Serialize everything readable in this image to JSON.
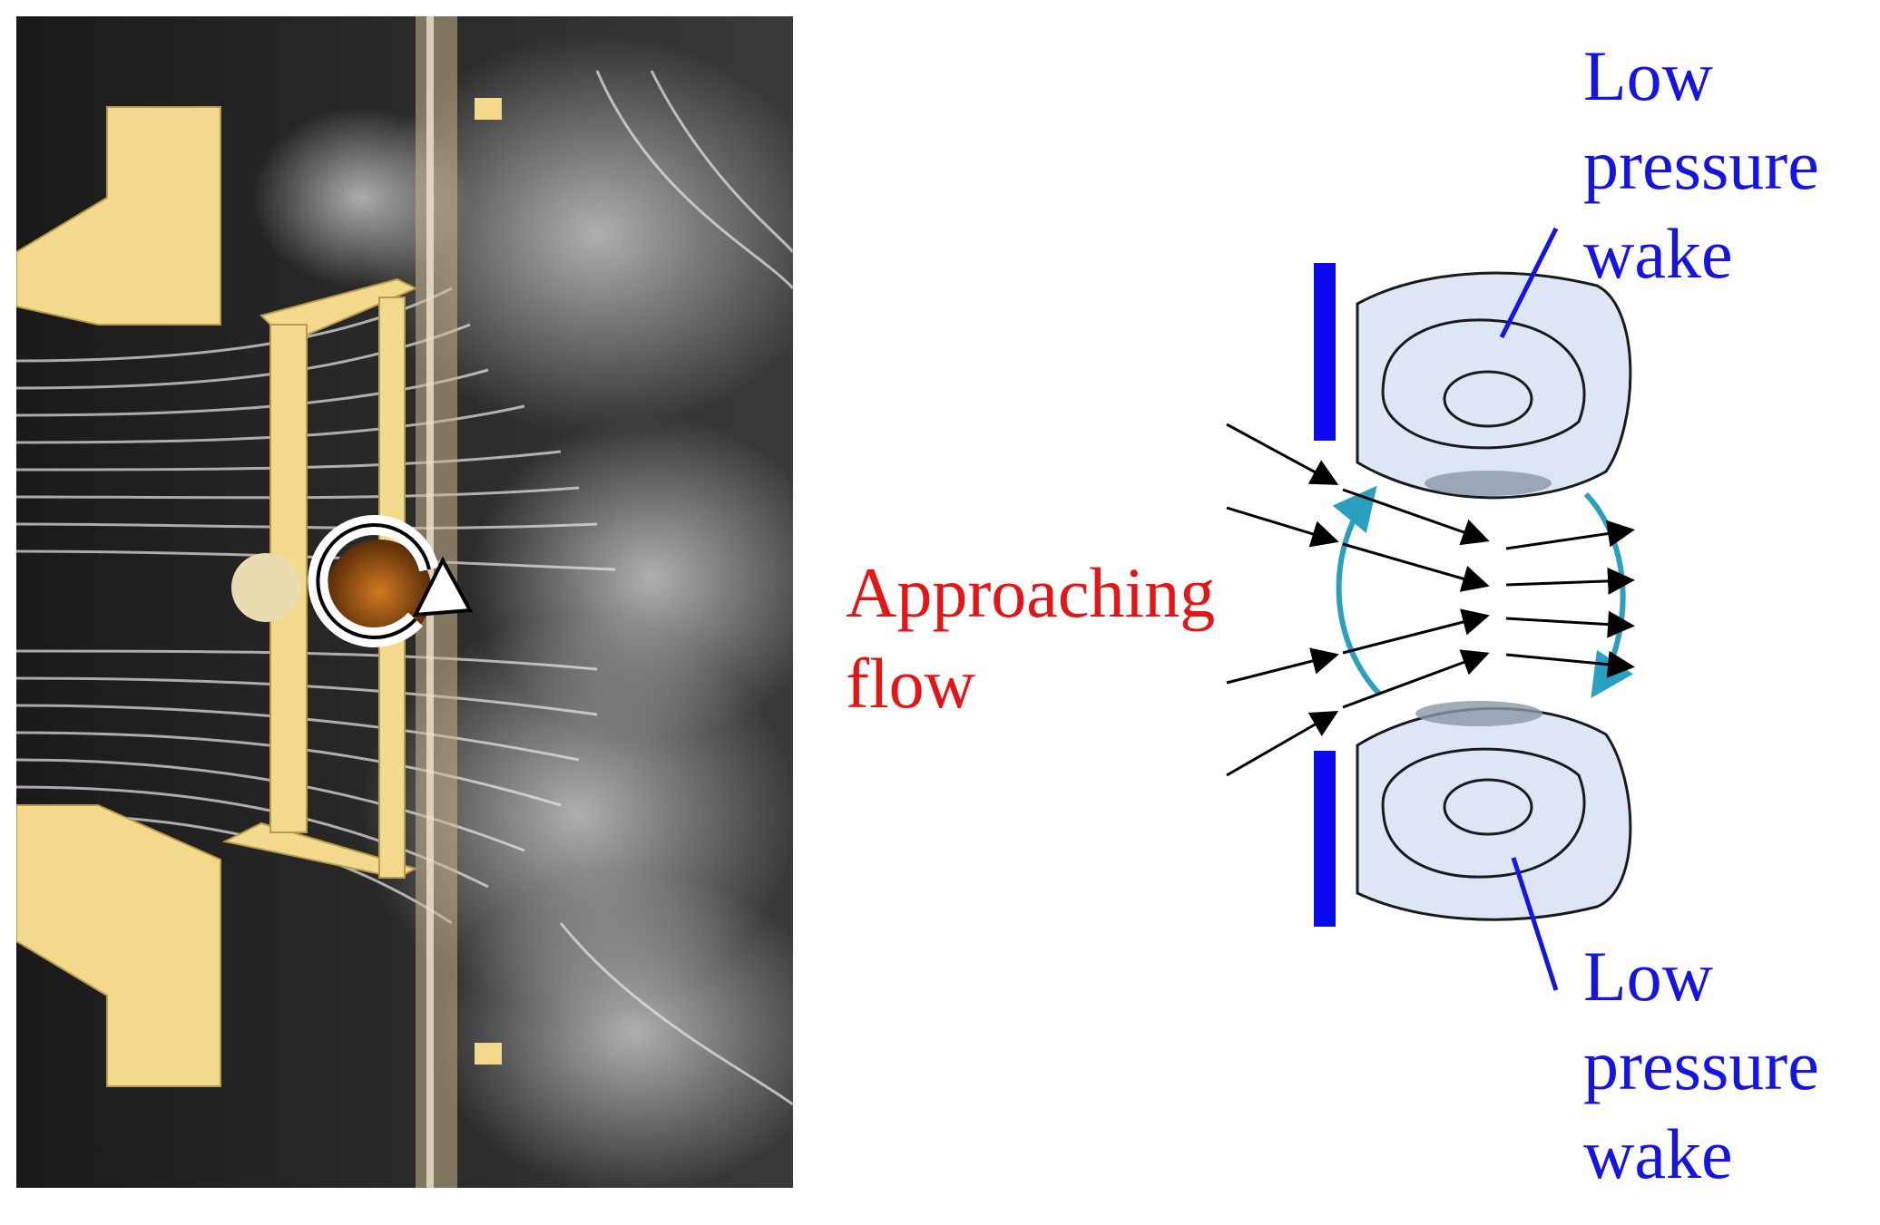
{
  "labels": {
    "top_wake": [
      "Low",
      "pressure",
      "wake"
    ],
    "bottom_wake": [
      "Low",
      "pressure",
      "wake"
    ],
    "approaching": [
      "Approaching",
      "flow"
    ]
  },
  "colors": {
    "wake_text": "#1414e6",
    "flow_text": "#e61414",
    "plate": "#0a0aee",
    "wake_fill": "#dce6f4",
    "recirc_arrow": "#2aa0c0",
    "flow_arrow": "#000000"
  },
  "icons": [
    "rotation-arrow-icon"
  ]
}
